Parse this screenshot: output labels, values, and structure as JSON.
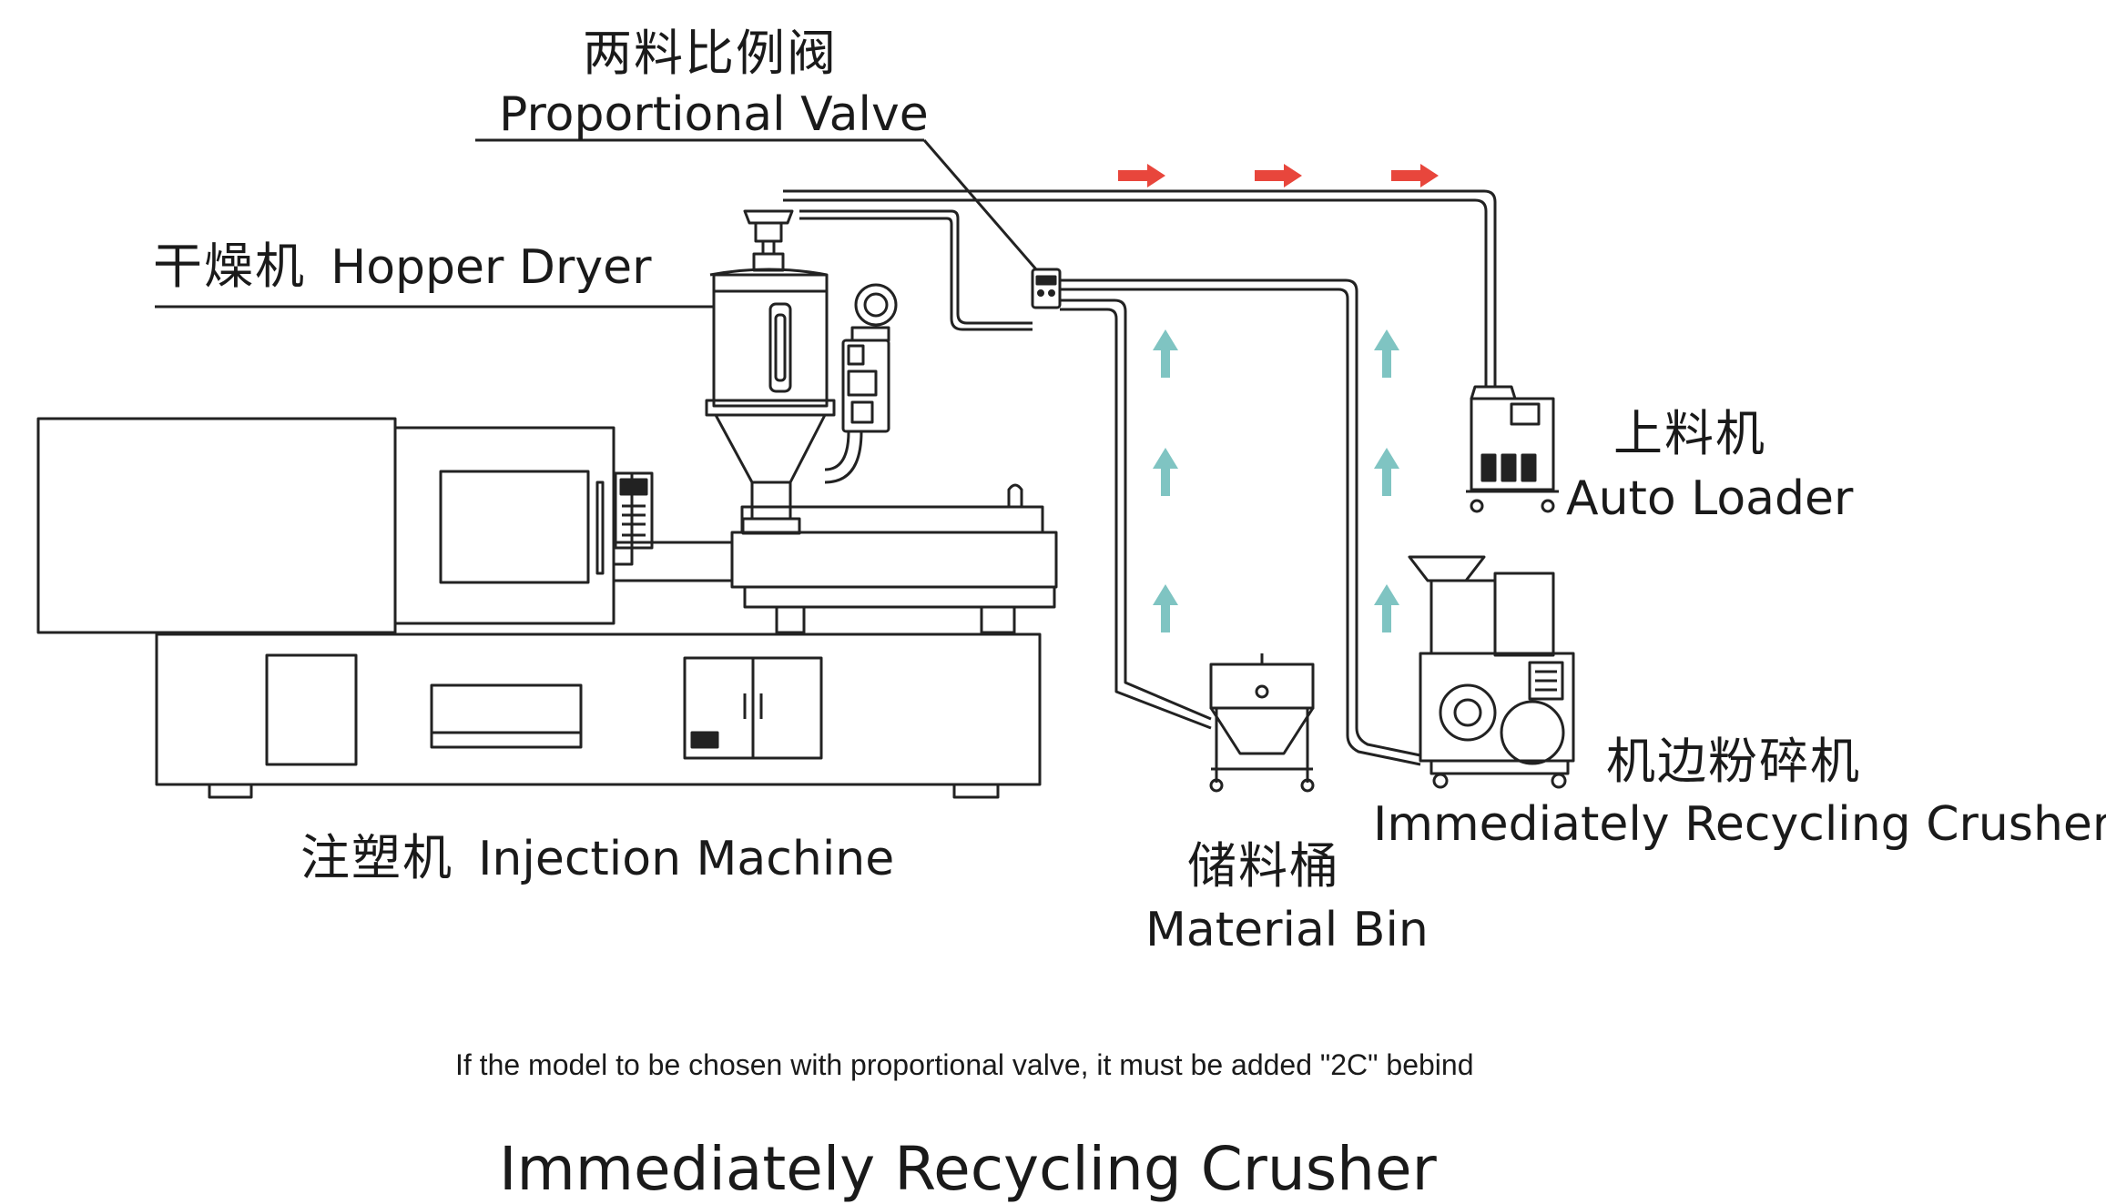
{
  "labels": {
    "proportional_valve_zh": "两料比例阀",
    "proportional_valve_en": "Proportional Valve",
    "hopper_dryer_zh": "干燥机",
    "hopper_dryer_en": "Hopper Dryer",
    "auto_loader_zh": "上料机",
    "auto_loader_en": "Auto Loader",
    "injection_machine_zh": "注塑机",
    "injection_machine_en": "Injection Machine",
    "material_bin_zh": "储料桶",
    "material_bin_en": "Material Bin",
    "crusher_zh": "机边粉碎机",
    "crusher_en": "Immediately Recycling Crusher"
  },
  "note": "If the model to be chosen with proportional valve, it must be added \"2C\" bebind",
  "title": "Immediately Recycling Crusher",
  "colors": {
    "line": "#222222",
    "flow_arrow_red": "#e8463c",
    "flow_arrow_teal": "#7fc4c2"
  }
}
